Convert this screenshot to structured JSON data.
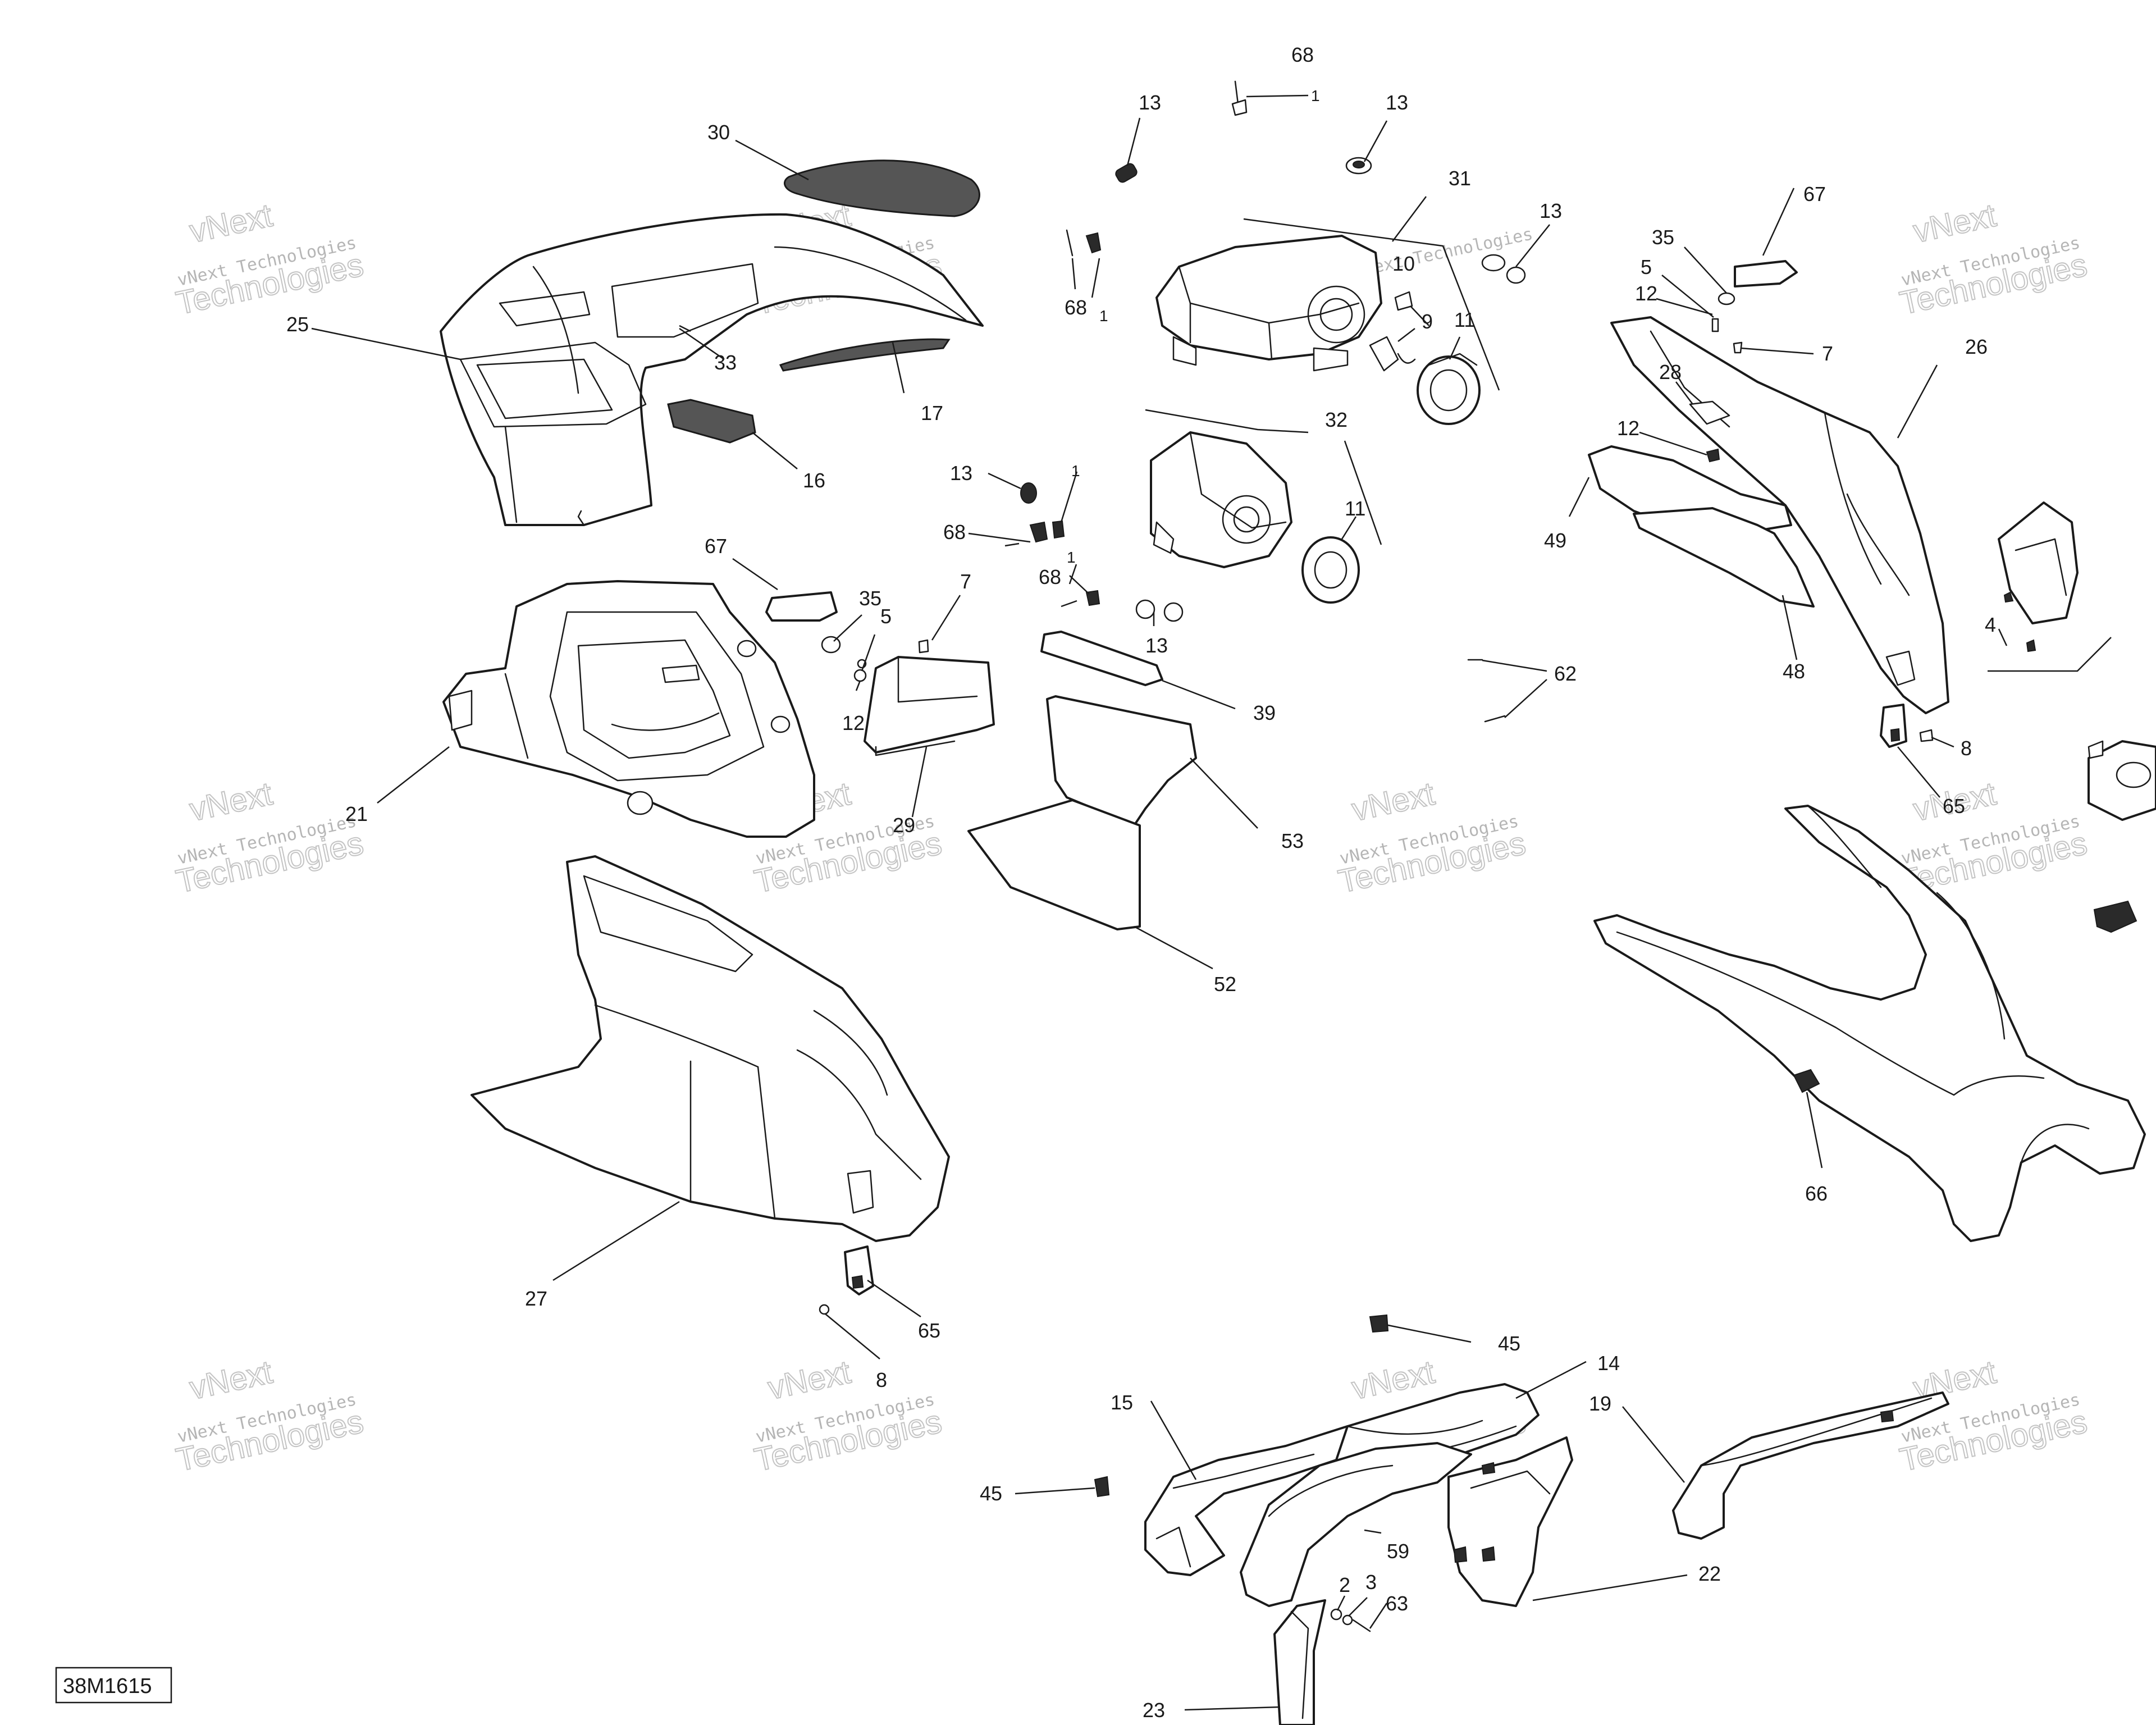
{
  "diagram": {
    "reference_code": "38M1615",
    "watermark": {
      "line1": "vNext",
      "line2": "vNext Technologies",
      "line3": "Technologies"
    },
    "callouts": [
      {
        "id": "c68a",
        "text": "68"
      },
      {
        "id": "c1a",
        "text": "1"
      },
      {
        "id": "c13a",
        "text": "13"
      },
      {
        "id": "c13b",
        "text": "13"
      },
      {
        "id": "c30",
        "text": "30"
      },
      {
        "id": "c31",
        "text": "31"
      },
      {
        "id": "c13c",
        "text": "13"
      },
      {
        "id": "c67a",
        "text": "67"
      },
      {
        "id": "c35a",
        "text": "35"
      },
      {
        "id": "c5a",
        "text": "5"
      },
      {
        "id": "c12a",
        "text": "12"
      },
      {
        "id": "c7a",
        "text": "7"
      },
      {
        "id": "c25",
        "text": "25"
      },
      {
        "id": "c33",
        "text": "33"
      },
      {
        "id": "c68b",
        "text": "68"
      },
      {
        "id": "c1b",
        "text": "1"
      },
      {
        "id": "c10",
        "text": "10"
      },
      {
        "id": "c9",
        "text": "9"
      },
      {
        "id": "c11a",
        "text": "11"
      },
      {
        "id": "c17",
        "text": "17"
      },
      {
        "id": "c28",
        "text": "28"
      },
      {
        "id": "c26",
        "text": "26"
      },
      {
        "id": "c16",
        "text": "16"
      },
      {
        "id": "c32",
        "text": "32"
      },
      {
        "id": "c12b",
        "text": "12"
      },
      {
        "id": "c13d",
        "text": "13"
      },
      {
        "id": "c1c",
        "text": "1"
      },
      {
        "id": "c49",
        "text": "49"
      },
      {
        "id": "c68c",
        "text": "68"
      },
      {
        "id": "c11b",
        "text": "11"
      },
      {
        "id": "c67b",
        "text": "67"
      },
      {
        "id": "c7b",
        "text": "7"
      },
      {
        "id": "c68d",
        "text": "68"
      },
      {
        "id": "c1d",
        "text": "1"
      },
      {
        "id": "c35b",
        "text": "35"
      },
      {
        "id": "c5b",
        "text": "5"
      },
      {
        "id": "c13e",
        "text": "13"
      },
      {
        "id": "c4",
        "text": "4"
      },
      {
        "id": "c62",
        "text": "62"
      },
      {
        "id": "c48",
        "text": "48"
      },
      {
        "id": "c12c",
        "text": "12"
      },
      {
        "id": "c39",
        "text": "39"
      },
      {
        "id": "c8a",
        "text": "8"
      },
      {
        "id": "c21",
        "text": "21"
      },
      {
        "id": "c29",
        "text": "29"
      },
      {
        "id": "c53",
        "text": "53"
      },
      {
        "id": "c65a",
        "text": "65"
      },
      {
        "id": "c52",
        "text": "52"
      },
      {
        "id": "c66",
        "text": "66"
      },
      {
        "id": "c27",
        "text": "27"
      },
      {
        "id": "c65b",
        "text": "65"
      },
      {
        "id": "c45a",
        "text": "45"
      },
      {
        "id": "c8b",
        "text": "8"
      },
      {
        "id": "c14",
        "text": "14"
      },
      {
        "id": "c15",
        "text": "15"
      },
      {
        "id": "c19",
        "text": "19"
      },
      {
        "id": "c45b",
        "text": "45"
      },
      {
        "id": "c59",
        "text": "59"
      },
      {
        "id": "c22",
        "text": "22"
      },
      {
        "id": "c2",
        "text": "2"
      },
      {
        "id": "c3",
        "text": "3"
      },
      {
        "id": "c63",
        "text": "63"
      },
      {
        "id": "c23",
        "text": "23"
      }
    ]
  }
}
